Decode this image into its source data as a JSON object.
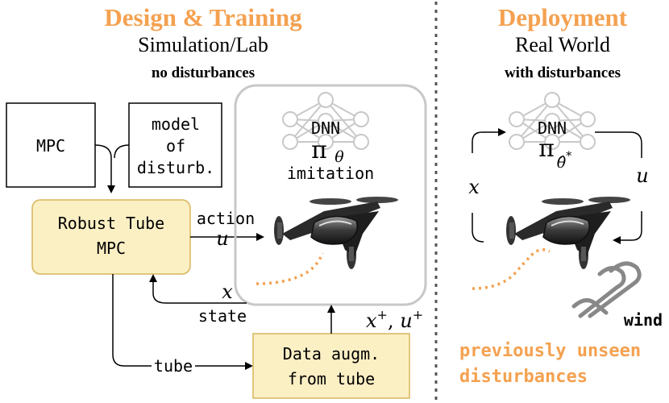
{
  "left": {
    "title": "Design & Training",
    "subtitle": "Simulation/Lab",
    "note": "no disturbances"
  },
  "right": {
    "title": "Deployment",
    "subtitle": "Real World",
    "note": "with disturbances"
  },
  "boxes": {
    "mpc": "MPC",
    "model_line1": "model",
    "model_line2": "of",
    "model_line3": "disturb.",
    "robust_line1": "Robust Tube",
    "robust_line2": "MPC",
    "aug_line1": "Data augm.",
    "aug_line2": "from tube"
  },
  "labels": {
    "action": "action",
    "u": "u",
    "x": "x",
    "state": "state",
    "tube": "tube",
    "xplus": "x",
    "sup_plus": "+",
    "comma": ", ",
    "uplus": "u",
    "dnn": "DNN",
    "pi": "π",
    "theta": "θ",
    "theta_hat_star": "θ̂",
    "star": "*",
    "imitation": "imitation",
    "x_right": "x",
    "u_right": "u",
    "wind": "wind",
    "unseen_line1": "previously unseen",
    "unseen_line2": "disturbances"
  },
  "colors": {
    "orange": "#F4A150",
    "box_fill": "#FBEFC4",
    "box_stroke": "#D7B55A",
    "gray": "#C8C8C8"
  }
}
